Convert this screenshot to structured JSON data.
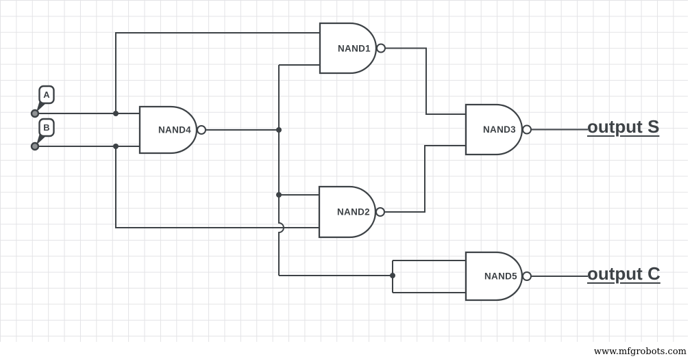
{
  "diagram": {
    "kind": "logic-circuit-schematic",
    "inputs": [
      {
        "label": "A"
      },
      {
        "label": "B"
      }
    ],
    "gates": [
      {
        "name": "NAND1"
      },
      {
        "name": "NAND2"
      },
      {
        "name": "NAND3"
      },
      {
        "name": "NAND4"
      },
      {
        "name": "NAND5"
      }
    ],
    "outputs": [
      {
        "label": "output S"
      },
      {
        "label": "output C"
      }
    ],
    "nets": [
      {
        "from": "A",
        "to": [
          "NAND4.in1",
          "NAND1.in1"
        ]
      },
      {
        "from": "B",
        "to": [
          "NAND4.in2",
          "NAND2.in2"
        ]
      },
      {
        "from": "NAND4.out",
        "to": [
          "NAND1.in2",
          "NAND2.in1",
          "NAND5.in1",
          "NAND5.in2"
        ]
      },
      {
        "from": "NAND1.out",
        "to": [
          "NAND3.in1"
        ]
      },
      {
        "from": "NAND2.out",
        "to": [
          "NAND3.in2"
        ]
      },
      {
        "from": "NAND3.out",
        "to": [
          "output S"
        ]
      },
      {
        "from": "NAND5.out",
        "to": [
          "output C"
        ]
      }
    ],
    "colors": {
      "wire": "#3d4246",
      "grid_line": "#e3e3e6",
      "background": "#ffffff",
      "terminal_fill": "#8f9294",
      "text": "#3d4246"
    },
    "watermark": "www.mfgrobots.com"
  }
}
